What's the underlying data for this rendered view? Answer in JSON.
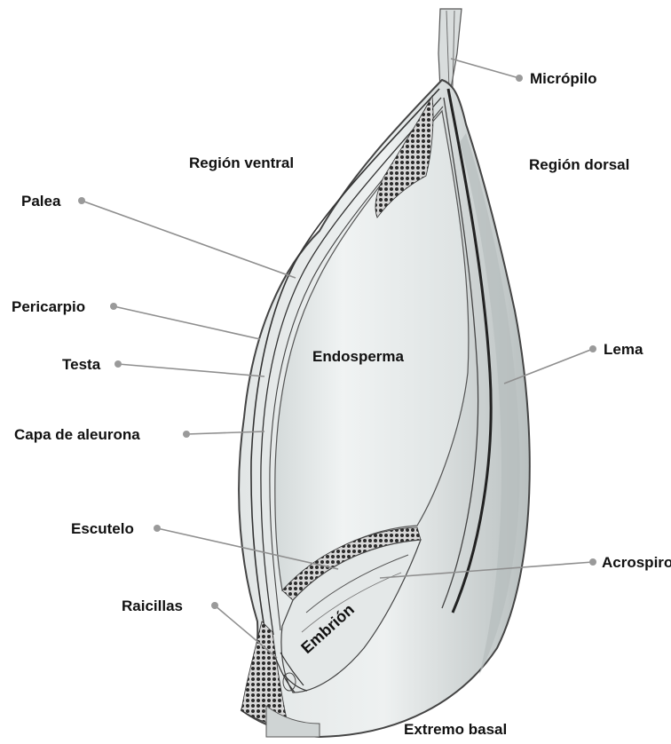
{
  "labels": {
    "micropilo": "Micrópilo",
    "region_ventral": "Región ventral",
    "region_dorsal": "Región dorsal",
    "palea": "Palea",
    "pericarpio": "Pericarpio",
    "testa": "Testa",
    "endosperma": "Endosperma",
    "lema": "Lema",
    "capa_aleurona": "Capa de aleurona",
    "escutelo": "Escutelo",
    "acrospiro": "Acrospiro",
    "raicillas": "Raicillas",
    "embrion": "Embrión",
    "extremo_basal": "Extremo basal"
  }
}
